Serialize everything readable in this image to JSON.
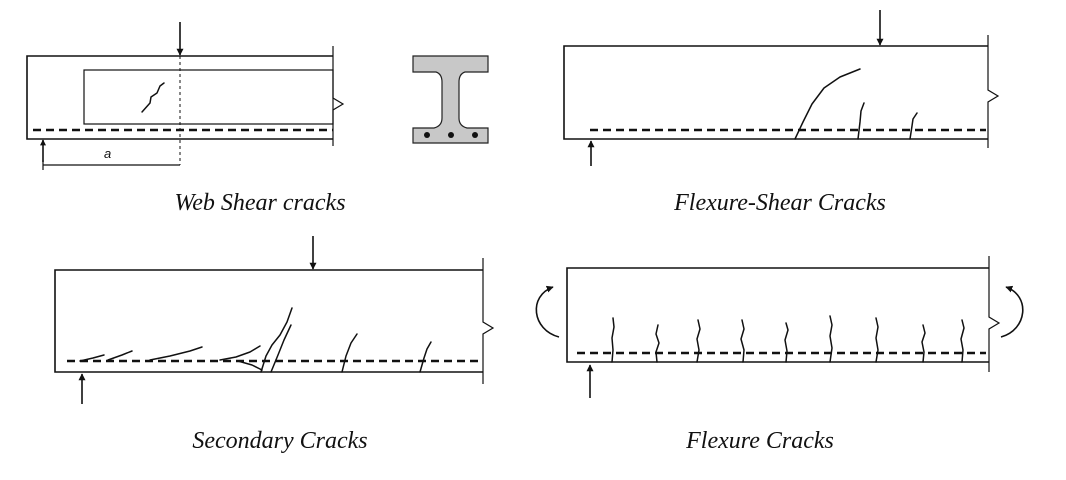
{
  "captions": {
    "web_shear": "Web Shear cracks",
    "flexure_shear": "Flexure-Shear Cracks",
    "secondary": "Secondary Cracks",
    "flexure": "Flexure Cracks"
  },
  "dimension_label": "a"
}
